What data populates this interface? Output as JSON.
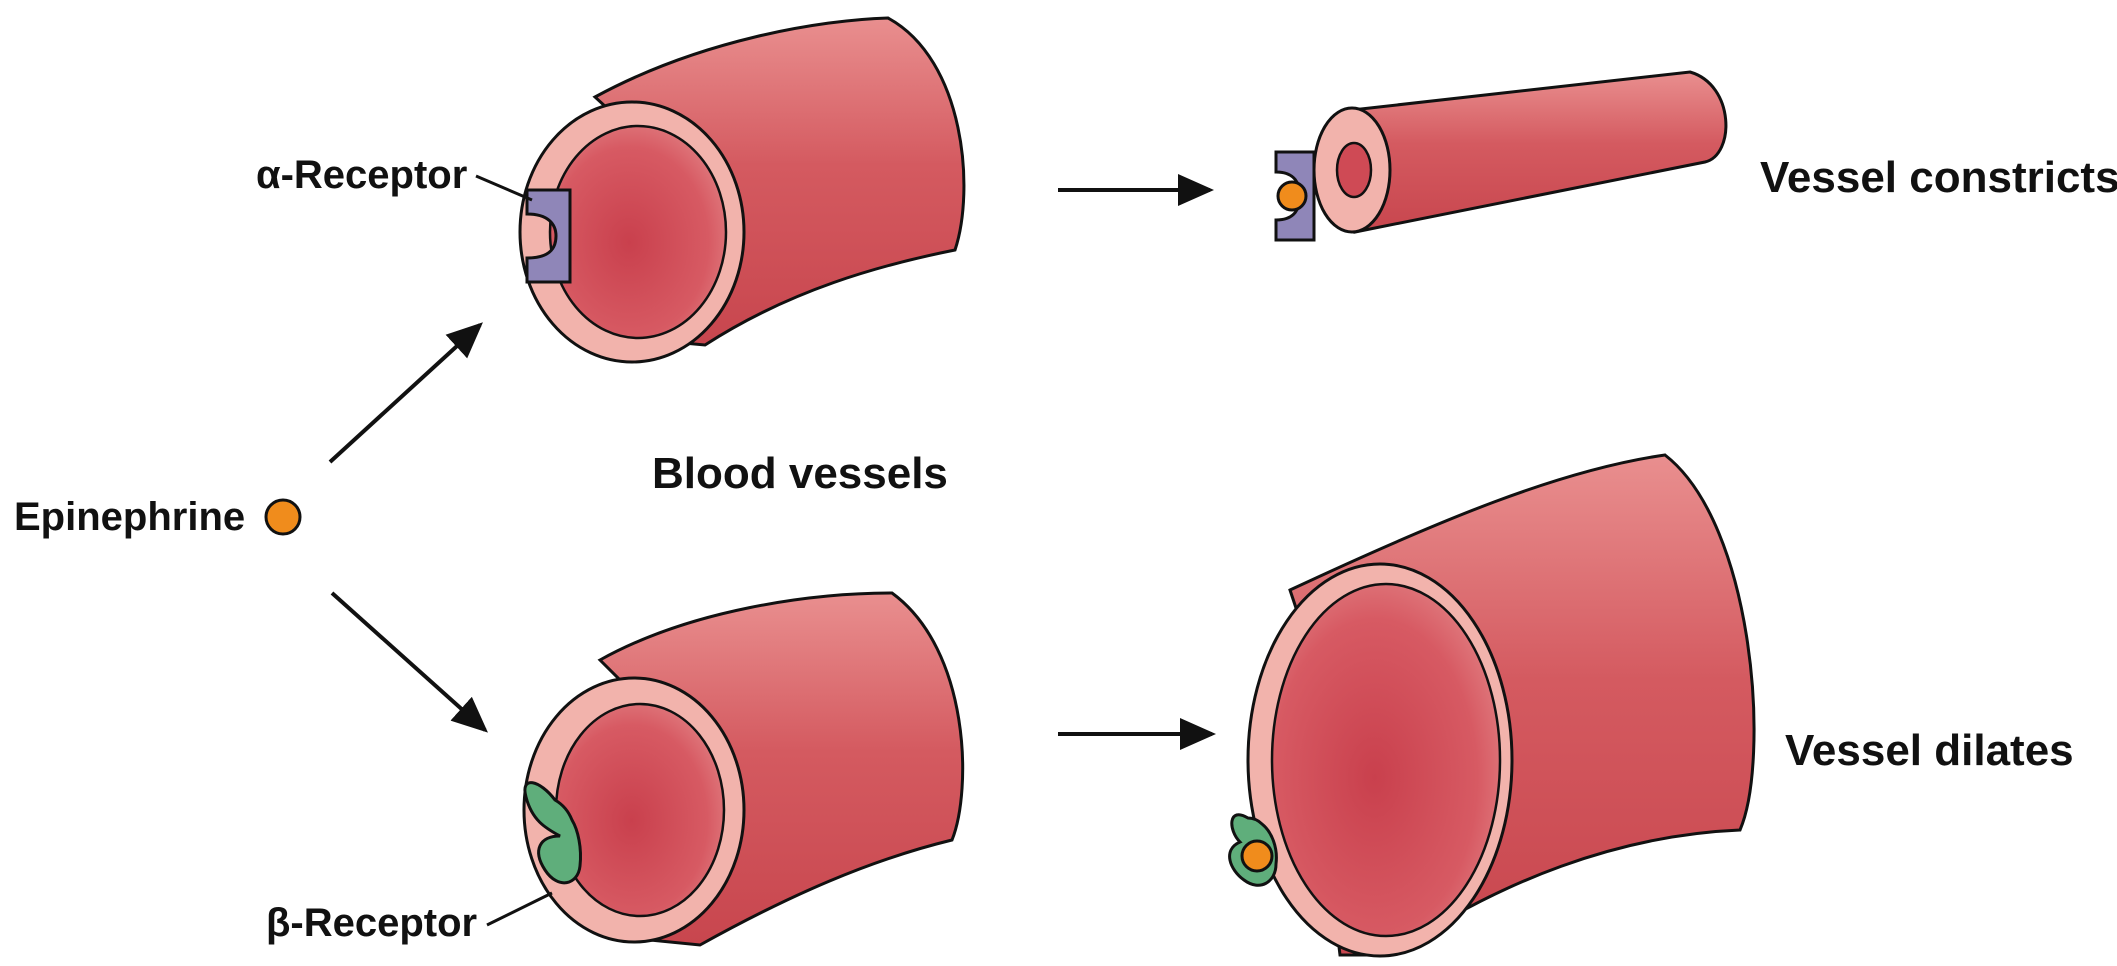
{
  "labels": {
    "alpha_receptor": "α-Receptor",
    "beta_receptor": "β-Receptor",
    "epinephrine": "Epinephrine",
    "blood_vessels": "Blood vessels",
    "vessel_constricts": "Vessel constricts",
    "vessel_dilates": "Vessel dilates"
  },
  "colors": {
    "vessel_body": "#d9585e",
    "vessel_rim": "#f2b3ac",
    "vessel_lumen": "#cf4a55",
    "alpha_receptor": "#8f86b8",
    "beta_receptor": "#5fae7b",
    "epinephrine": "#f08c1c"
  },
  "icons": {
    "epinephrine": "orange-circle",
    "alpha_receptor": "purple-cup",
    "beta_receptor": "green-lobed-receptor"
  }
}
